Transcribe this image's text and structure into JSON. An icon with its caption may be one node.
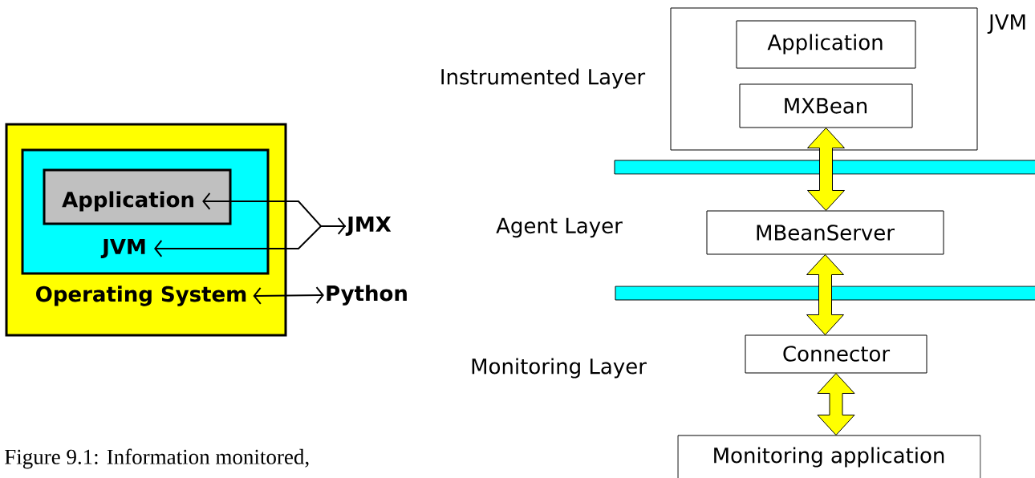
{
  "diagram": {
    "caption": "Figure 9.1: Information monitored,",
    "nodes": [
      {
        "text": [
          "Operating System"
        ]
      },
      {
        "text": [
          "JVM"
        ],
        "in": 0
      },
      {
        "text": [
          "Application"
        ],
        "in": 1
      },
      {
        "text": [
          "JMX"
        ]
      },
      {
        "text": [
          "Python"
        ]
      },
      {
        "text": [
          "JVM"
        ]
      },
      {
        "text": [
          "Application"
        ],
        "in": 5
      },
      {
        "text": [
          "MXBean"
        ],
        "in": 5
      },
      {
        "text": [
          "MBeanServer"
        ]
      },
      {
        "text": [
          "Connector"
        ]
      },
      {
        "text": [
          "Monitoring application"
        ]
      }
    ],
    "edges": [
      {
        "from": 3,
        "to": 2,
        "arrow": "both"
      },
      {
        "from": 3,
        "to": 1,
        "arrow": "to"
      },
      {
        "from": 0,
        "to": 4,
        "arrow": "both"
      },
      {
        "from": 7,
        "to": 8,
        "arrow": "both",
        "style": "thick",
        "color": "#ffff00"
      },
      {
        "from": 8,
        "to": 9,
        "arrow": "both",
        "style": "thick",
        "color": "#ffff00"
      },
      {
        "from": 9,
        "to": 10,
        "arrow": "both",
        "style": "thick",
        "color": "#ffff00"
      }
    ],
    "labels": [
      "Instrumented Layer",
      "Agent Layer",
      "Monitoring Layer"
    ]
  }
}
